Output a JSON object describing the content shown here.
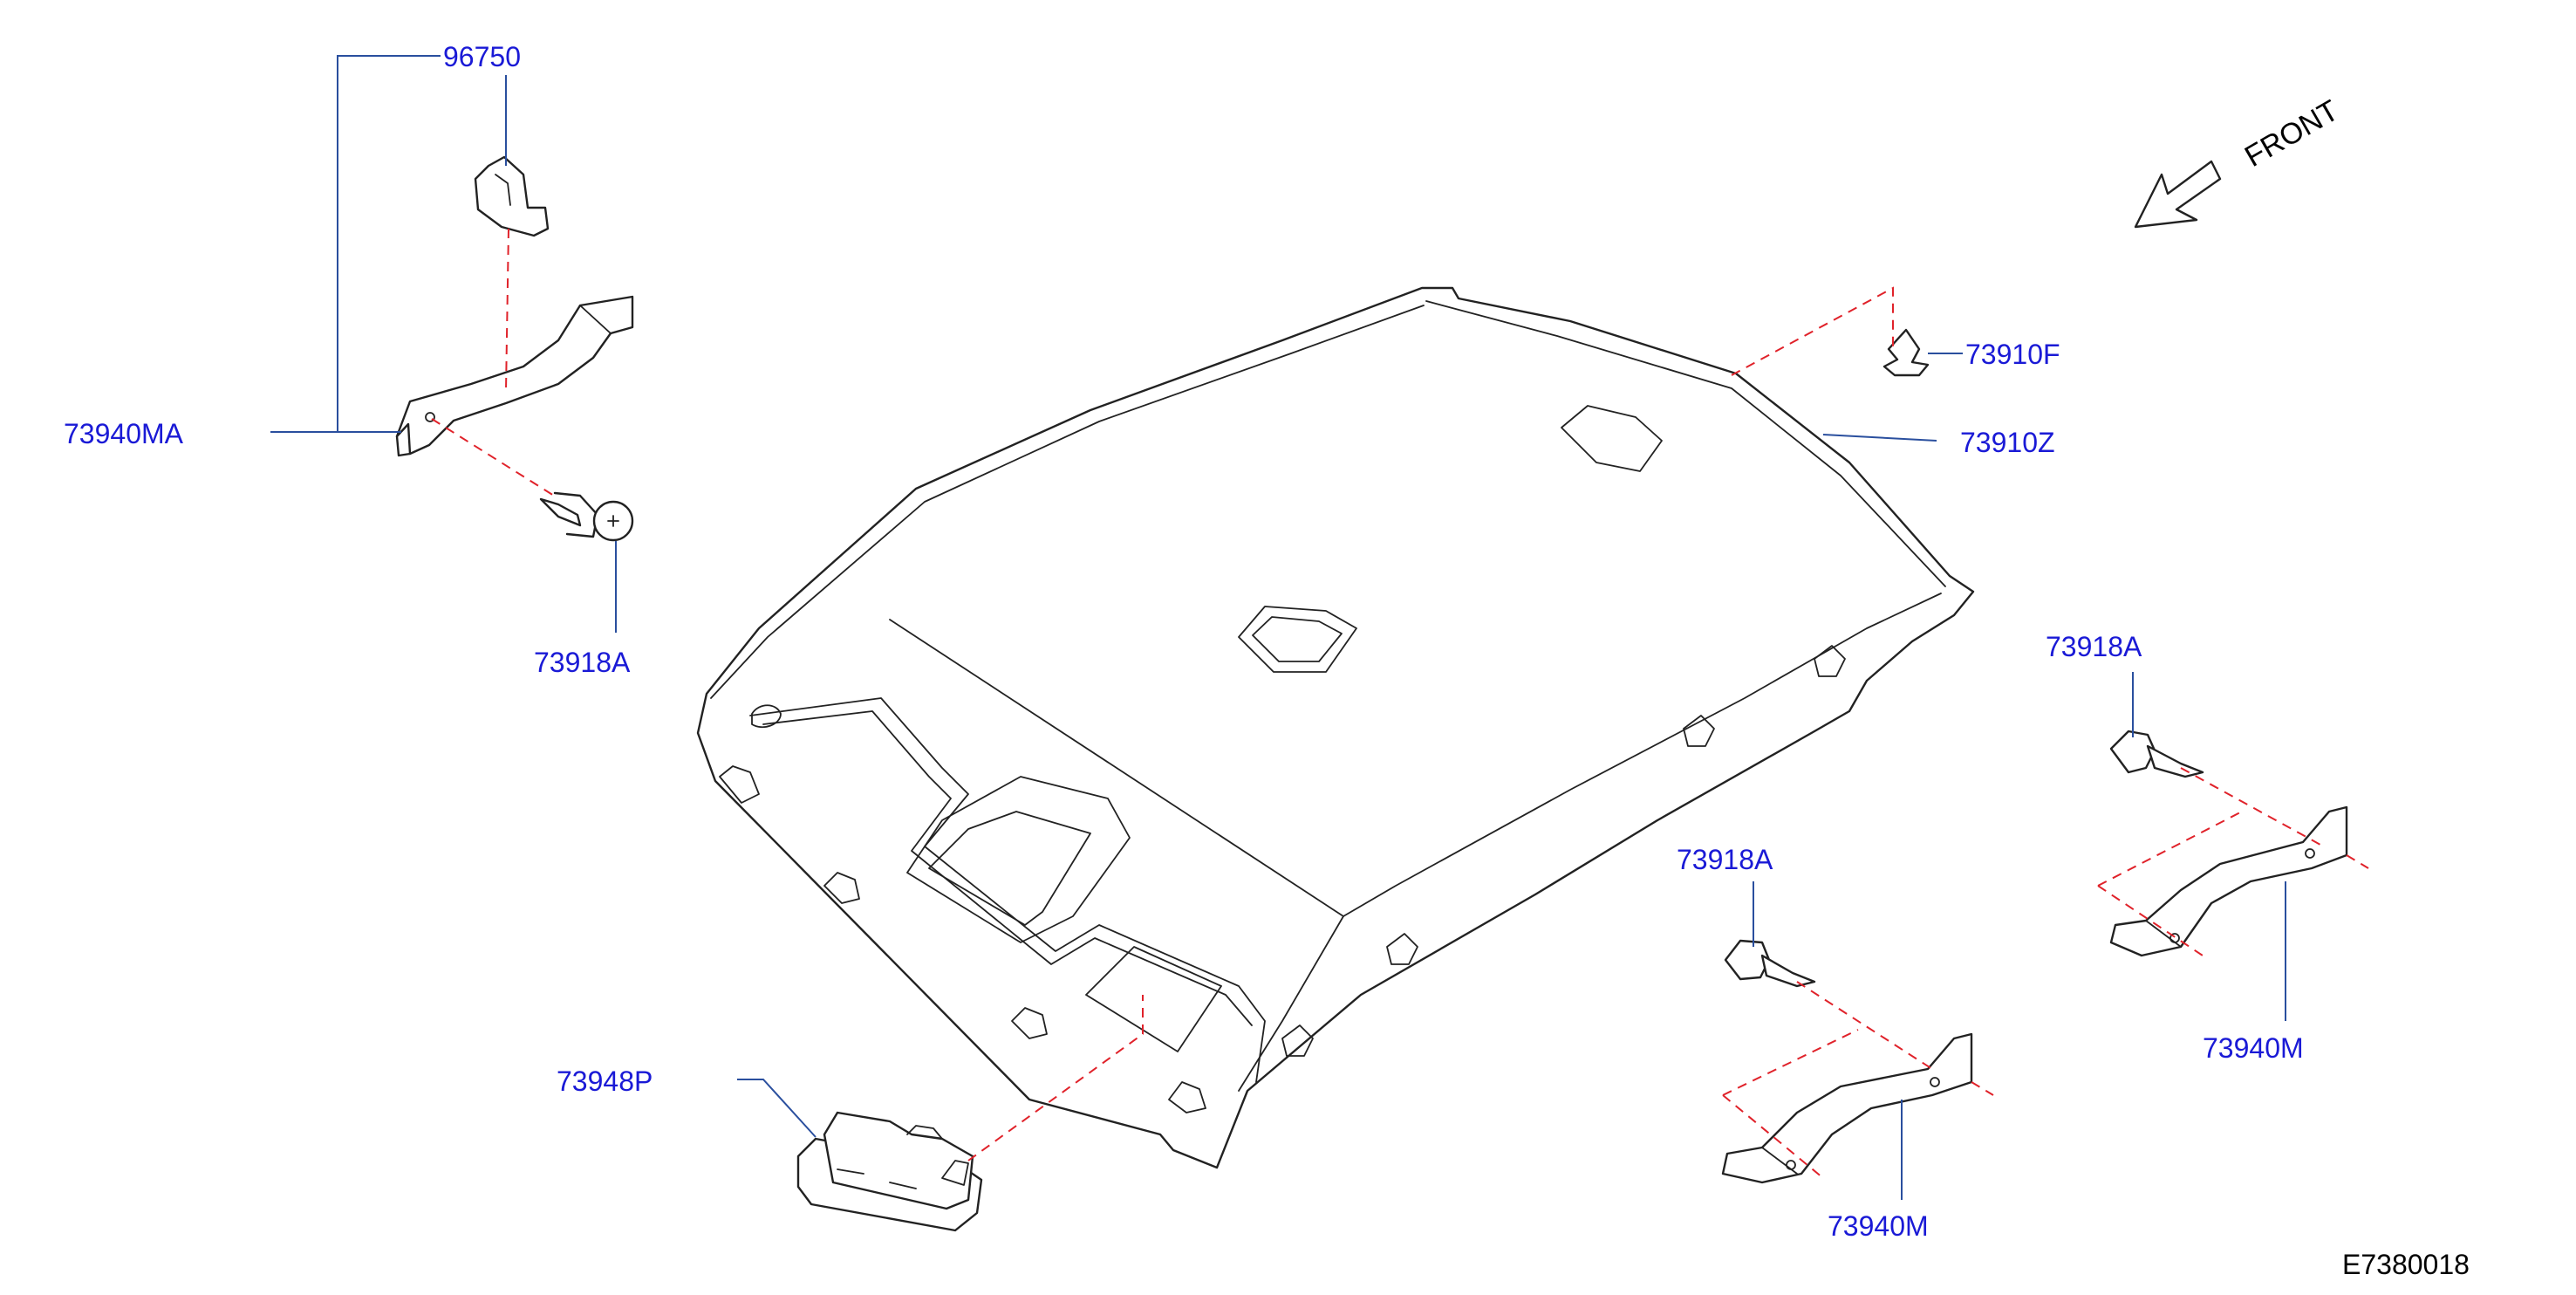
{
  "labels": {
    "clip_96750": "96750",
    "handle_73940MA": "73940MA",
    "screw_top_left": "73918A",
    "clip_73910F": "73910F",
    "headlining_73910Z": "73910Z",
    "screw_right": "73918A",
    "handle_right": "73940M",
    "screw_middle": "73918A",
    "handle_middle": "73940M",
    "lamp_73948P": "73948P"
  },
  "direction_label": "FRONT",
  "diagram_code": "E7380018",
  "colors": {
    "part_label": "#1a1ad6",
    "leader_line": "#2a4f9e",
    "assembly_dash": "#e0222a",
    "outline": "#222222"
  }
}
